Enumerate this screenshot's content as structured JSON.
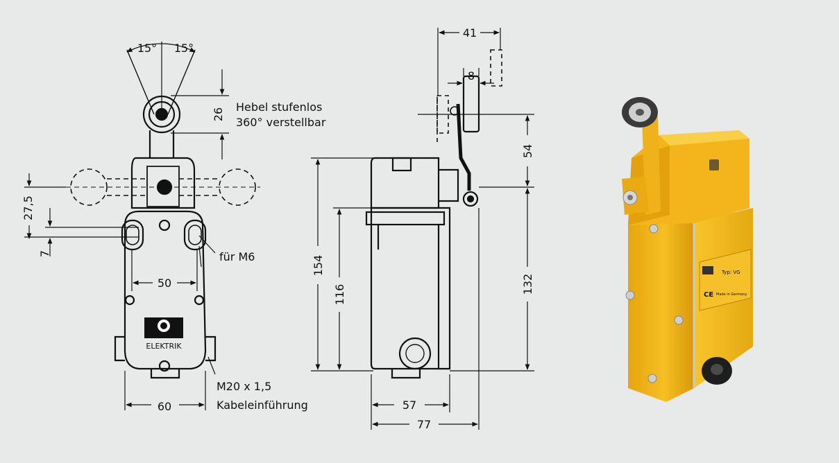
{
  "dimensions": {
    "angle_left": "15°",
    "angle_right": "15°",
    "roller_height": "26",
    "mount_offset_a": "27,5",
    "mount_offset_b": "7",
    "hole_spacing": "50",
    "body_width": "60",
    "side_top_width": "41",
    "lever_width": "8",
    "lever_height": "54",
    "total_height": "154",
    "body_height": "116",
    "side_height": "132",
    "side_width_inner": "57",
    "side_width_total": "77"
  },
  "notes": {
    "lever_line1": "Hebel stufenlos",
    "lever_line2": "360° verstellbar",
    "mount": "für M6",
    "cable_line1": "M20 x 1,5",
    "cable_line2": "Kabeleinführung"
  },
  "labels": {
    "brand": "ELEKTRIK",
    "type": "Typ: VG",
    "ce": "CE",
    "made": "Made in Germany"
  },
  "colors": {
    "background": "#e8e9e9",
    "line": "#111111",
    "switch_body": "#f2b214",
    "switch_shadow": "#c98d08"
  }
}
